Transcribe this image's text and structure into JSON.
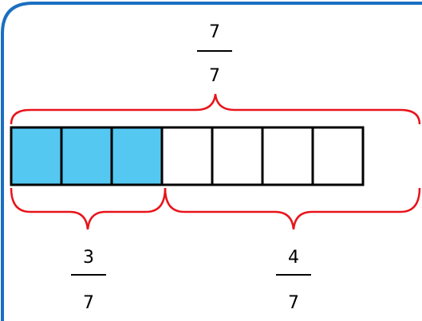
{
  "diagram": {
    "total_segments": 7,
    "shaded_segments": 3,
    "colors": {
      "frame": "#1a6fc2",
      "brace": "#e8141b",
      "shaded": "#55c8f2",
      "unshaded": "#ffffff",
      "outline": "#000000"
    },
    "total_fraction": {
      "numerator": "7",
      "denominator": "7"
    },
    "shaded_fraction": {
      "numerator": "3",
      "denominator": "7"
    },
    "unshaded_fraction": {
      "numerator": "4",
      "denominator": "7"
    }
  }
}
